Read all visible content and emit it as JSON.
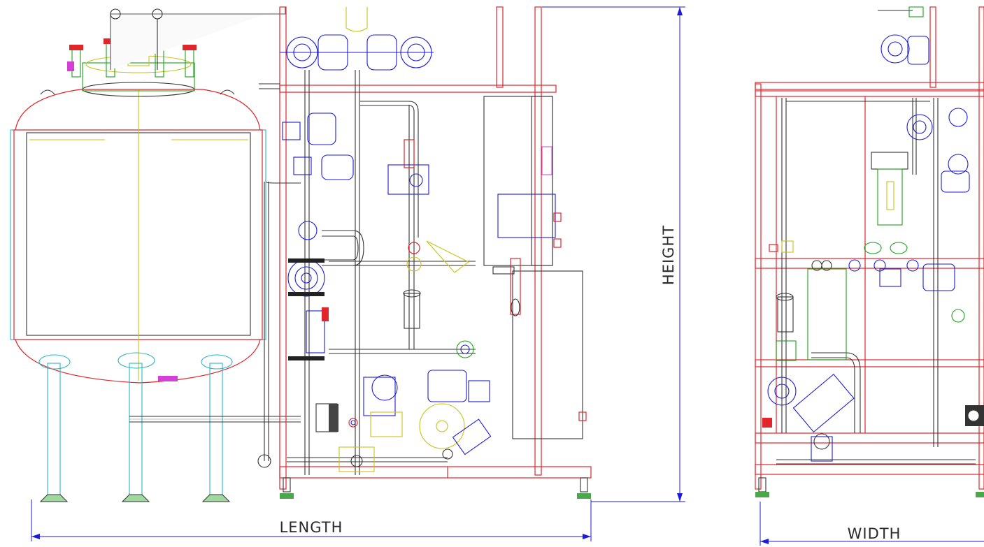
{
  "labels": {
    "length": "LENGTH",
    "height": "HEIGHT",
    "width": "WIDTH"
  },
  "colors": {
    "frame": "#e0262b",
    "valves": "#1c1cd6",
    "fittings": "#19a319",
    "highlights": "#c9c21a",
    "tank_outline": "#2bb6c9",
    "dimension_lines": "#1c1cd6",
    "pipes": "#555555"
  }
}
